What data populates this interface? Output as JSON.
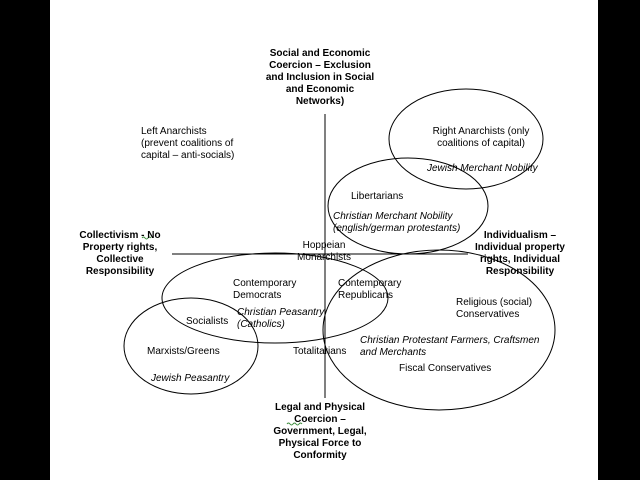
{
  "colors": {
    "background": "#000000",
    "slide": "#ffffff",
    "ink": "#000000"
  },
  "axes": {
    "top": "Social and Economic\nCoercion – Exclusion\nand Inclusion in Social\nand Economic\nNetworks)",
    "bottom": "Legal and Physical\nCoercion –\nGovernment, Legal,\nPhysical Force to\nConformity",
    "left": "Collectivism - No\nProperty rights,\nCollective\nResponsibility",
    "right": "Individualism –\nIndividual property\nrights, Individual\nResponsibility"
  },
  "labels": {
    "left_anarchists": "Left Anarchists\n(prevent coalitions of\ncapital – anti-socials)",
    "right_anarchists": "Right Anarchists (only\ncoalitions of capital)",
    "jewish_merchant": "Jewish Merchant Nobility",
    "libertarians": "Libertarians",
    "christian_merchant": "Christian Merchant Nobility\n(english/german protestants)",
    "hoppeian": "Hoppeian\nMonarchists",
    "contemporary_democrats": "Contemporary\nDemocrats",
    "contemporary_republicans": "Contemporary\nRepublicans",
    "religious_conservatives": "Religious (social)\nConservatives",
    "socialists": "Socialists",
    "christian_peasantry": "Christian Peasantry\n(Catholics)",
    "marxists": "Marxists/Greens",
    "totalitarians": "Totalitarians",
    "christian_protestant": "Christian Protestant Farmers, Craftsmen\nand Merchants",
    "fiscal_conservatives": "Fiscal Conservatives",
    "jewish_peasantry": "Jewish Peasantry"
  }
}
